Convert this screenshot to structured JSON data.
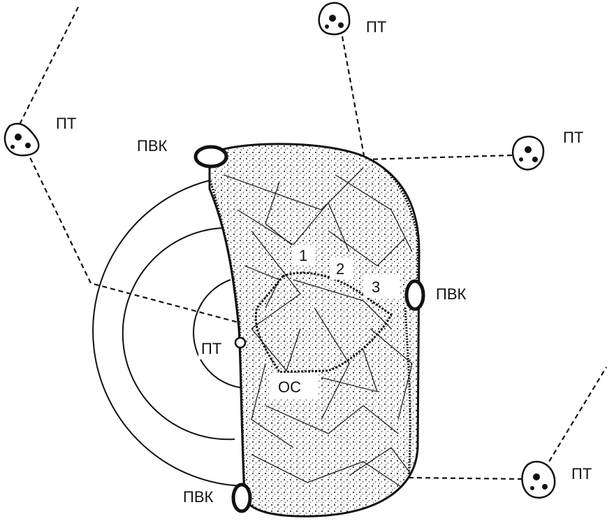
{
  "labels": {
    "pt": "ПТ",
    "pvk": "ПВК",
    "os": "ОС",
    "zone1": "1",
    "zone2": "2",
    "zone3": "3"
  },
  "icons": {
    "pt_symbol": "pt-group-icon",
    "pvk_symbol": "pvk-oval-icon"
  },
  "colors": {
    "ink": "#111111",
    "paper": "#ffffff"
  }
}
